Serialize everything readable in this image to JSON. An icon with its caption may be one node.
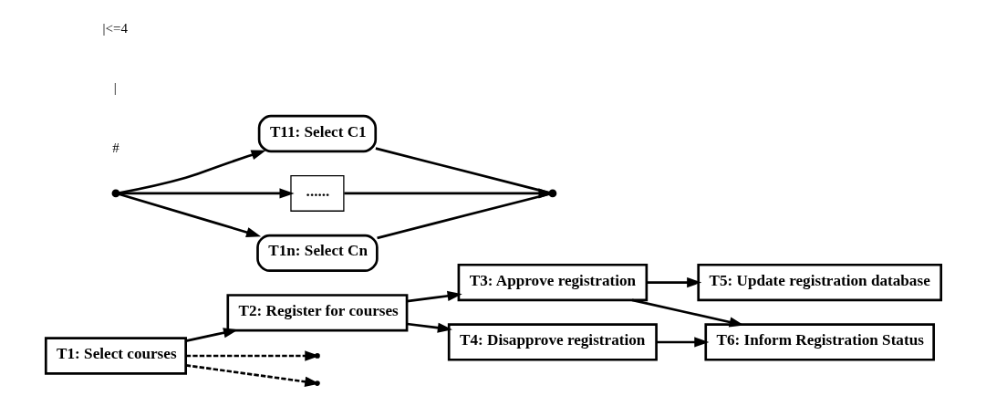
{
  "diagram": {
    "nodes": [
      {
        "text": [
          "T1: Select courses"
        ]
      },
      {
        "text": [
          "T2: Register for courses"
        ]
      },
      {
        "text": [
          "T3: Approve registration"
        ]
      },
      {
        "text": [
          "T5: Update registration database"
        ]
      },
      {
        "text": [
          "T11: Select C1"
        ]
      },
      {
        "text": [
          "......"
        ]
      },
      {
        "text": [
          "T1n: Select Cn"
        ]
      },
      {
        "text": [
          "T4: Disapprove registration"
        ]
      },
      {
        "text": [
          "T6: Inform Registration Status"
        ]
      },
      {
        "text": [],
        "shape": "point"
      },
      {
        "text": [],
        "shape": "point"
      }
    ],
    "edges": [
      {
        "from": 0,
        "to": 1,
        "arrow": "to"
      },
      {
        "from": 1,
        "to": 2,
        "arrow": "to"
      },
      {
        "from": 1,
        "to": 7,
        "arrow": "to"
      },
      {
        "from": 2,
        "to": 3,
        "arrow": "to"
      },
      {
        "from": 2,
        "to": 8,
        "arrow": "to"
      },
      {
        "from": 7,
        "to": 8,
        "arrow": "to"
      },
      {
        "from": 0,
        "to": null,
        "arrow": "to",
        "style": "dashed"
      },
      {
        "from": 0,
        "to": null,
        "arrow": "to",
        "style": "dashed"
      },
      {
        "from": 9,
        "to": 4,
        "arrow": "to"
      },
      {
        "from": 9,
        "to": 5,
        "arrow": "to"
      },
      {
        "from": 9,
        "to": 6,
        "arrow": "to"
      },
      {
        "from": 4,
        "to": 10,
        "arrow": "none"
      },
      {
        "from": 5,
        "to": 10,
        "arrow": "to"
      },
      {
        "from": 6,
        "to": 10,
        "arrow": "none"
      }
    ],
    "labels": [
      "#",
      "|",
      "|<=4"
    ]
  }
}
